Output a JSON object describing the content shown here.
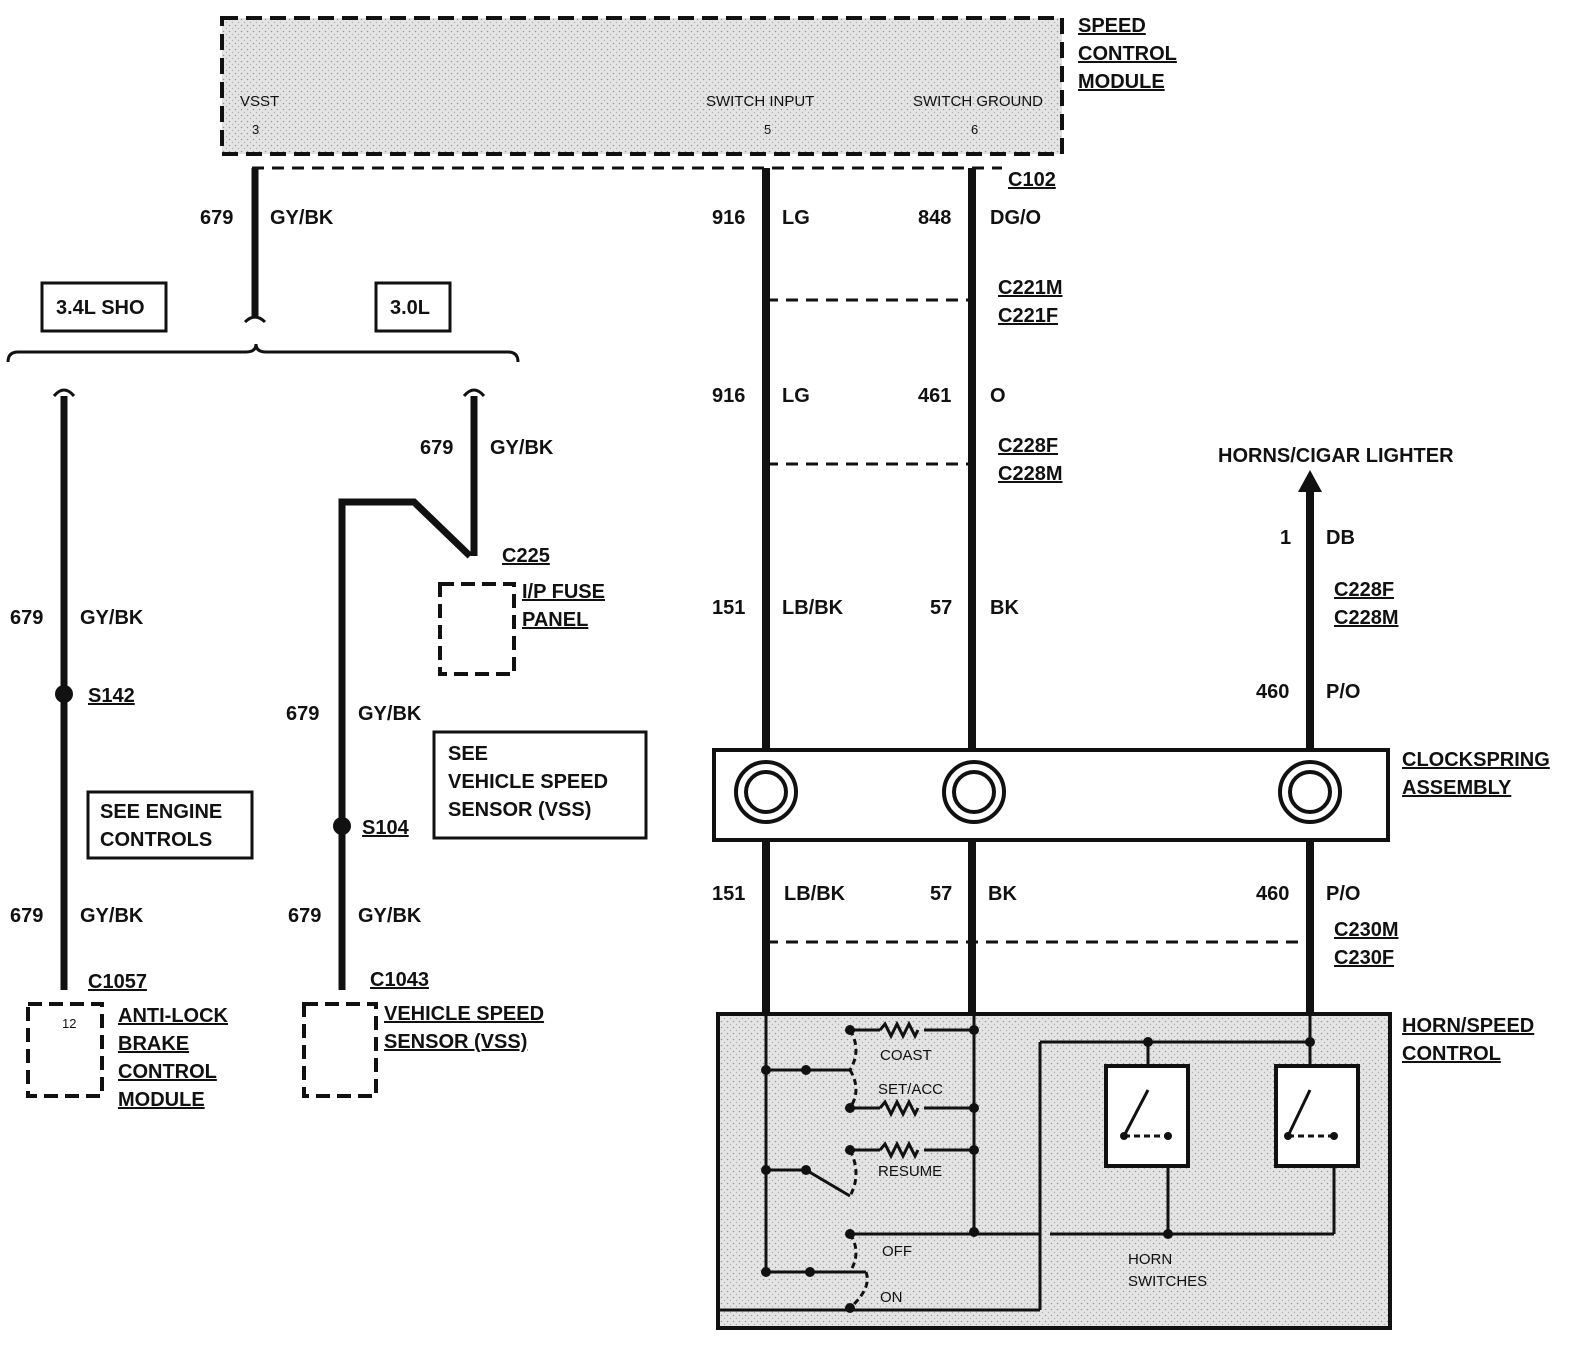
{
  "module": {
    "title_lines": [
      "SPEED",
      "CONTROL",
      "MODULE"
    ],
    "pins": [
      {
        "name": "VSST",
        "num": "3"
      },
      {
        "name": "SWITCH INPUT",
        "num": "5"
      },
      {
        "name": "SWITCH GROUND",
        "num": "6"
      }
    ],
    "connector": "C102"
  },
  "variants": {
    "sho": "3.4L SHO",
    "v6": "3.0L"
  },
  "wires": {
    "top_left": {
      "circuit": "679",
      "color": "GY/BK"
    },
    "sw_input_top": {
      "circuit": "916",
      "color": "LG"
    },
    "sw_ground_top": {
      "circuit": "848",
      "color": "DG/O"
    },
    "sw_input_mid": {
      "circuit": "916",
      "color": "LG"
    },
    "sw_ground_mid": {
      "circuit": "461",
      "color": "O"
    },
    "sw_input_low": {
      "circuit": "151",
      "color": "LB/BK"
    },
    "sw_ground_low": {
      "circuit": "57",
      "color": "BK"
    },
    "horn_top": {
      "circuit": "1",
      "color": "DB"
    },
    "horn_mid": {
      "circuit": "460",
      "color": "P/O"
    },
    "sw_input_bottom": {
      "circuit": "151",
      "color": "LB/BK"
    },
    "sw_ground_bottom": {
      "circuit": "57",
      "color": "BK"
    },
    "horn_bottom": {
      "circuit": "460",
      "color": "P/O"
    },
    "sho_upper": {
      "circuit": "679",
      "color": "GY/BK"
    },
    "sho_lower": {
      "circuit": "679",
      "color": "GY/BK"
    },
    "v6_top": {
      "circuit": "679",
      "color": "GY/BK"
    },
    "v6_mid": {
      "circuit": "679",
      "color": "GY/BK"
    },
    "v6_low": {
      "circuit": "679",
      "color": "GY/BK"
    }
  },
  "connectors": {
    "c221m": "C221M",
    "c221f": "C221F",
    "c228f": "C228F",
    "c228m": "C228M",
    "c228f_r": "C228F",
    "c228m_r": "C228M",
    "c230m": "C230M",
    "c230f": "C230F",
    "c225": "C225",
    "c1057": "C1057",
    "c1043": "C1043"
  },
  "splices": {
    "s142": "S142",
    "s104": "S104"
  },
  "horns_destination": "HORNS/CIGAR LIGHTER",
  "clockspring_lines": [
    "CLOCKSPRING",
    "ASSEMBLY"
  ],
  "horn_speed_lines": [
    "HORN/SPEED",
    "CONTROL"
  ],
  "switch_labels": {
    "coast": "COAST",
    "set_acc": "SET/ACC",
    "resume": "RESUME",
    "off": "OFF",
    "on": "ON",
    "horn1": "HORN",
    "horn2": "SWITCHES"
  },
  "ip_fuse_lines": [
    "I/P FUSE",
    "PANEL"
  ],
  "see_engine_lines": [
    "SEE ENGINE",
    "CONTROLS"
  ],
  "see_vss_lines": [
    "SEE",
    "VEHICLE SPEED",
    "SENSOR (VSS)"
  ],
  "abs_lines": [
    "ANTI-LOCK",
    "BRAKE",
    "CONTROL",
    "MODULE"
  ],
  "abs_pin": "12",
  "vss_lines": [
    "VEHICLE SPEED",
    "SENSOR (VSS)"
  ]
}
